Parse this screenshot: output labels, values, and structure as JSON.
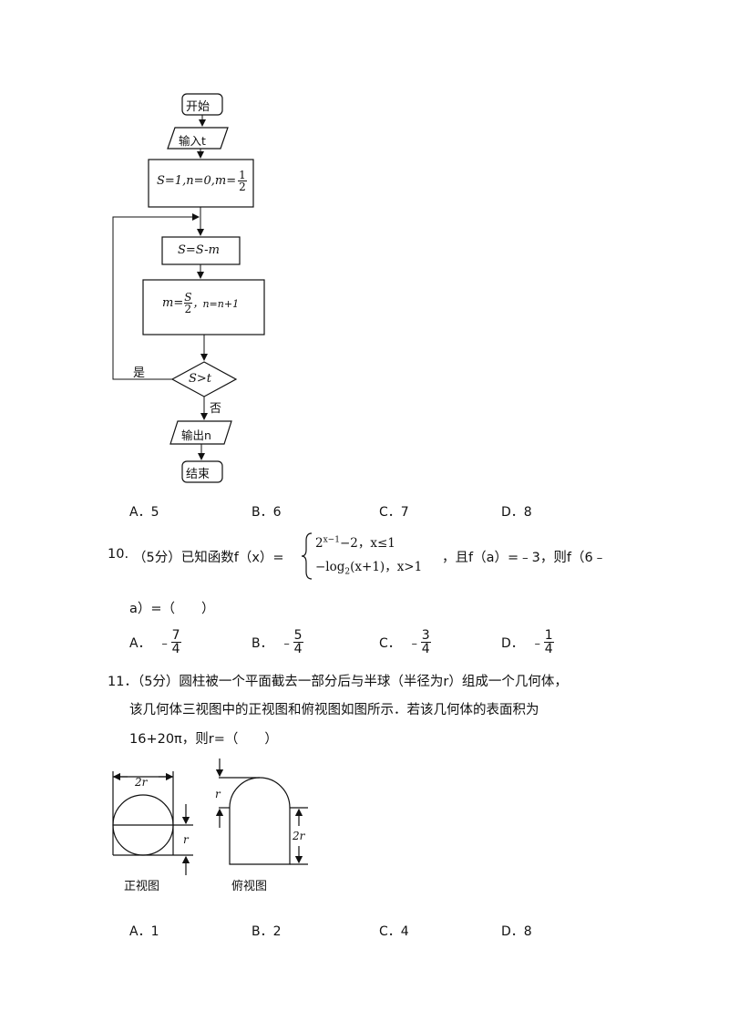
{
  "flowchart": {
    "start": "开始",
    "input": "输入t",
    "init": "S=1,n=0,m=",
    "init_frac": {
      "num": "1",
      "den": "2"
    },
    "step1": "S=S-m",
    "step2_prefix": "m=",
    "step2_frac": {
      "num": "S",
      "den": "2"
    },
    "step2_suffix": "，n=n+1",
    "condition": "S>t",
    "yes": "是",
    "no": "否",
    "output": "输出n",
    "end": "结束"
  },
  "q9_options": [
    {
      "letter": "A．",
      "value": "5"
    },
    {
      "letter": "B．",
      "value": "6"
    },
    {
      "letter": "C．",
      "value": "7"
    },
    {
      "letter": "D．",
      "value": "8"
    }
  ],
  "q10": {
    "number": "10.",
    "score": "（5分）已知函数f（x）=",
    "case1": "2",
    "case1_exp": "x−1",
    "case1_rest": "−2，x≤1",
    "case2": "−log",
    "case2_sub": "2",
    "case2_rest": "(x+1)，x>1",
    "tail": "，且f（a）=﹣3，则f（6﹣",
    "line2": "a）=（　　）",
    "options": [
      {
        "letter": "A．",
        "sign": "﹣",
        "num": "7",
        "den": "4"
      },
      {
        "letter": "B．",
        "sign": "﹣",
        "num": "5",
        "den": "4"
      },
      {
        "letter": "C．",
        "sign": "﹣",
        "num": "3",
        "den": "4"
      },
      {
        "letter": "D．",
        "sign": "﹣",
        "num": "1",
        "den": "4"
      }
    ]
  },
  "q11": {
    "line1": "11．（5分）圆柱被一个平面截去一部分后与半球（半径为r）组成一个几何体，",
    "line2": "该几何体三视图中的正视图和俯视图如图所示．若该几何体的表面积为",
    "line3": "16+20π，则r=（　　）",
    "front_label": "正视图",
    "top_label": "俯视图",
    "dim_2r": "2r",
    "dim_r": "r",
    "options": [
      {
        "letter": "A．",
        "value": "1"
      },
      {
        "letter": "B．",
        "value": "2"
      },
      {
        "letter": "C．",
        "value": "4"
      },
      {
        "letter": "D．",
        "value": "8"
      }
    ]
  }
}
